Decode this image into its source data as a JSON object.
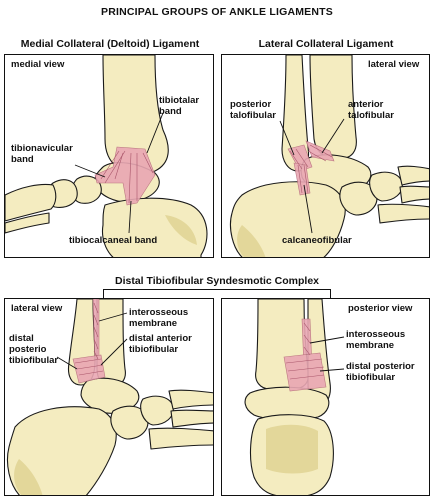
{
  "title": "PRINCIPAL GROUPS OF ANKLE LIGAMENTS",
  "sections": {
    "medial": {
      "title": "Medial Collateral (Deltoid) Ligament",
      "view": "medial view",
      "labels": {
        "tibiotalar": "tibiotalar band",
        "tibionavicular": "tibionavicular band",
        "tibiocalcaneal": "tibiocalcaneal band"
      }
    },
    "lateral": {
      "title": "Lateral Collateral Ligament",
      "view": "lateral view",
      "labels": {
        "posterior_talofibular": "posterior talofibular",
        "anterior_talofibular": "anterior talofibular",
        "calcaneofibular": "calcaneofibular"
      }
    },
    "syndesmosis": {
      "title": "Distal Tibiofibular Syndesmotic Complex",
      "lateral_view": {
        "view": "lateral view",
        "labels": {
          "interosseous": "interosseous membrane",
          "distal_anterior": "distal anterior tibiofibular",
          "distal_posterior": "distal posterio tibiofibular"
        }
      },
      "posterior_view": {
        "view": "posterior view",
        "labels": {
          "interosseous": "interosseous membrane",
          "distal_posterior": "distal posterior tibiofibular"
        }
      }
    }
  },
  "colors": {
    "bone": "#f4ecc0",
    "bone_shadow": "#e3d79a",
    "ligament": "#e9a7b3",
    "outline": "#1a1a1a"
  }
}
